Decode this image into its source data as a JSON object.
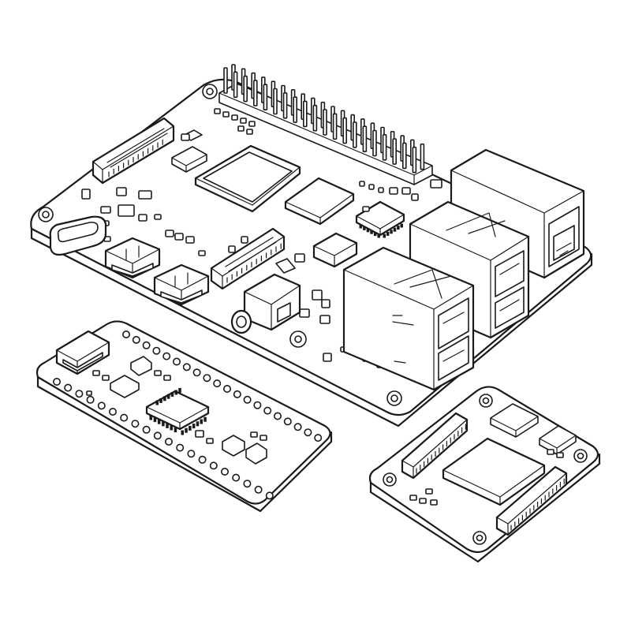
{
  "colors": {
    "line": "#1a1a1a",
    "background": "#ffffff"
  },
  "objects": [
    {
      "name": "single-board-computer",
      "icon": "sbc-illustration"
    },
    {
      "name": "microcontroller-strip-board",
      "icon": "mcu-board-illustration"
    },
    {
      "name": "compute-module-board",
      "icon": "module-illustration"
    }
  ]
}
